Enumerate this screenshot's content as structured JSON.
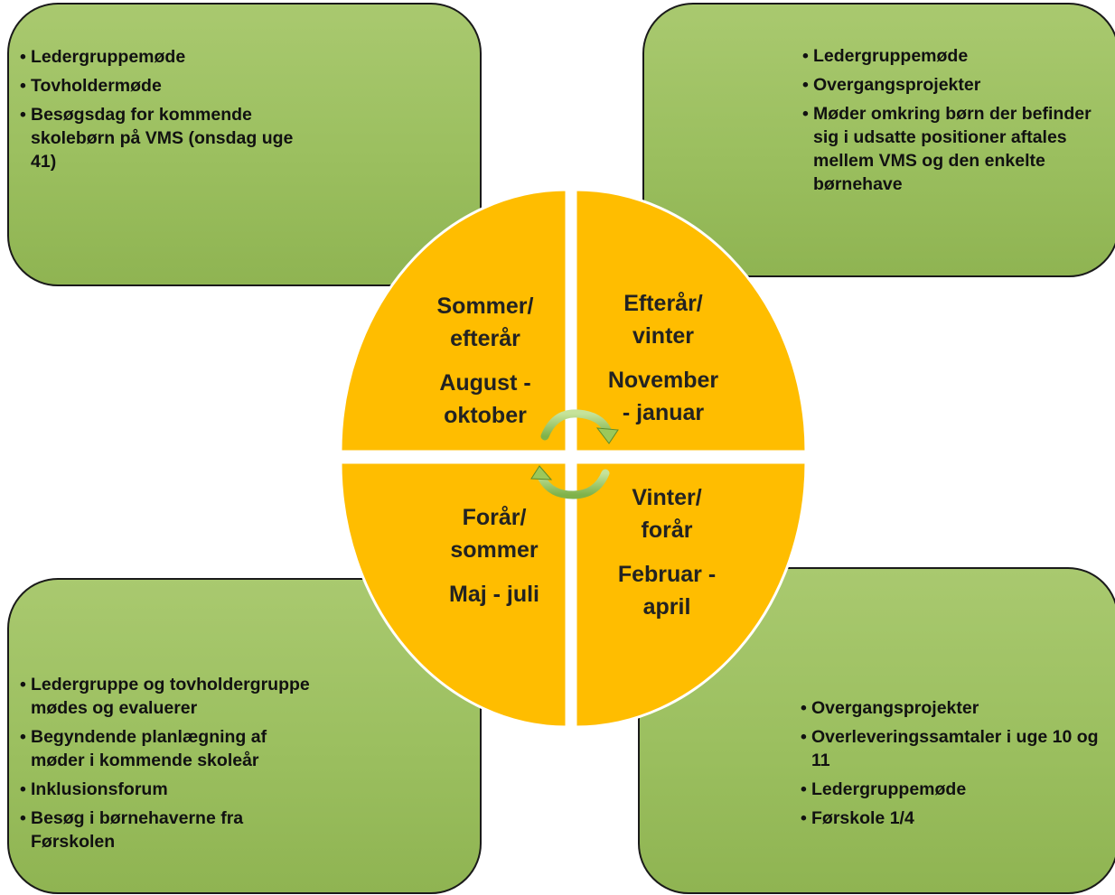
{
  "quadrants": {
    "top_left": {
      "title_line1": "Sommer/",
      "title_line2": "efterår",
      "months_line1": "August -",
      "months_line2": "oktober"
    },
    "top_right": {
      "title_line1": "Efterår/",
      "title_line2": "vinter",
      "months_line1": "November",
      "months_line2": "- januar"
    },
    "bottom_left": {
      "title_line1": "Forår/",
      "title_line2": "sommer",
      "months_line1": "Maj - juli"
    },
    "bottom_right": {
      "title_line1": "Vinter/",
      "title_line2": "forår",
      "months_line1": "Februar -",
      "months_line2": "april"
    }
  },
  "boxes": {
    "top_left": {
      "bullet": "•",
      "items": [
        "Ledergruppemøde",
        "Tovholdermøde",
        "Besøgsdag for kommende skolebørn på VMS (onsdag uge 41)"
      ]
    },
    "top_right": {
      "bullet": "•",
      "items": [
        "Ledergruppemøde",
        "Overgangsprojekter",
        "Møder omkring børn der befinder sig i udsatte positioner aftales mellem VMS og den enkelte børnehave"
      ]
    },
    "bottom_left": {
      "bullet": "•",
      "items": [
        "Ledergruppe og tovholdergruppe mødes og evaluerer",
        "Begyndende planlægning af møder i kommende skoleår",
        "Inklusionsforum",
        "Besøg i børnehaverne fra Førskolen"
      ]
    },
    "bottom_right": {
      "bullet": "•",
      "items": [
        "Overgangsprojekter",
        "Overleveringssamtaler i uge 10 og 11",
        "Ledergruppemøde",
        "Førskole 1/4"
      ]
    }
  },
  "colors": {
    "quadrant_fill": "#ffbd00",
    "quadrant_stroke": "#ffffff",
    "box_green": "#9bbf5f",
    "arrow_green": "#9cc85a",
    "text": "#222222"
  }
}
